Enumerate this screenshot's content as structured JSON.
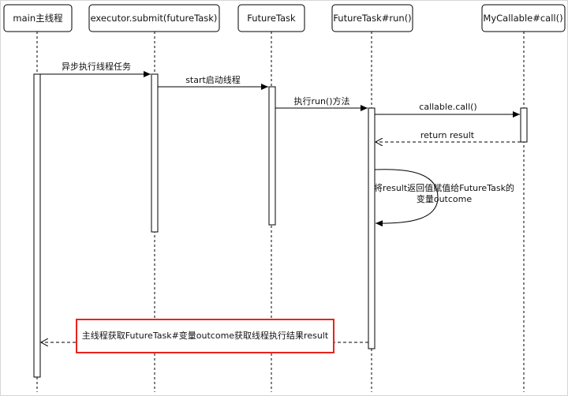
{
  "participants": [
    {
      "id": "main",
      "label": "main主线程"
    },
    {
      "id": "executor",
      "label": "executor.submit(futureTask)"
    },
    {
      "id": "futuretask",
      "label": "FutureTask"
    },
    {
      "id": "run",
      "label": "FutureTask#run()"
    },
    {
      "id": "callable",
      "label": "MyCallable#call()"
    }
  ],
  "messages": [
    {
      "id": "m1",
      "label": "异步执行线程任务",
      "style": "solid"
    },
    {
      "id": "m2",
      "label": "start启动线程",
      "style": "solid"
    },
    {
      "id": "m3",
      "label": "执行run()方法",
      "style": "solid"
    },
    {
      "id": "m4",
      "label": "callable.call()",
      "style": "solid"
    },
    {
      "id": "m5",
      "label": "return   result",
      "style": "dashed"
    },
    {
      "id": "m6",
      "label_line1": "将result返回值赋值给FutureTask的",
      "label_line2": "变量outcome",
      "style": "solid"
    },
    {
      "id": "m7",
      "label": "主线程获取FutureTask#变量outcome获取线程执行结果result",
      "style": "dashed",
      "highlight_color": "#e8231c"
    }
  ]
}
